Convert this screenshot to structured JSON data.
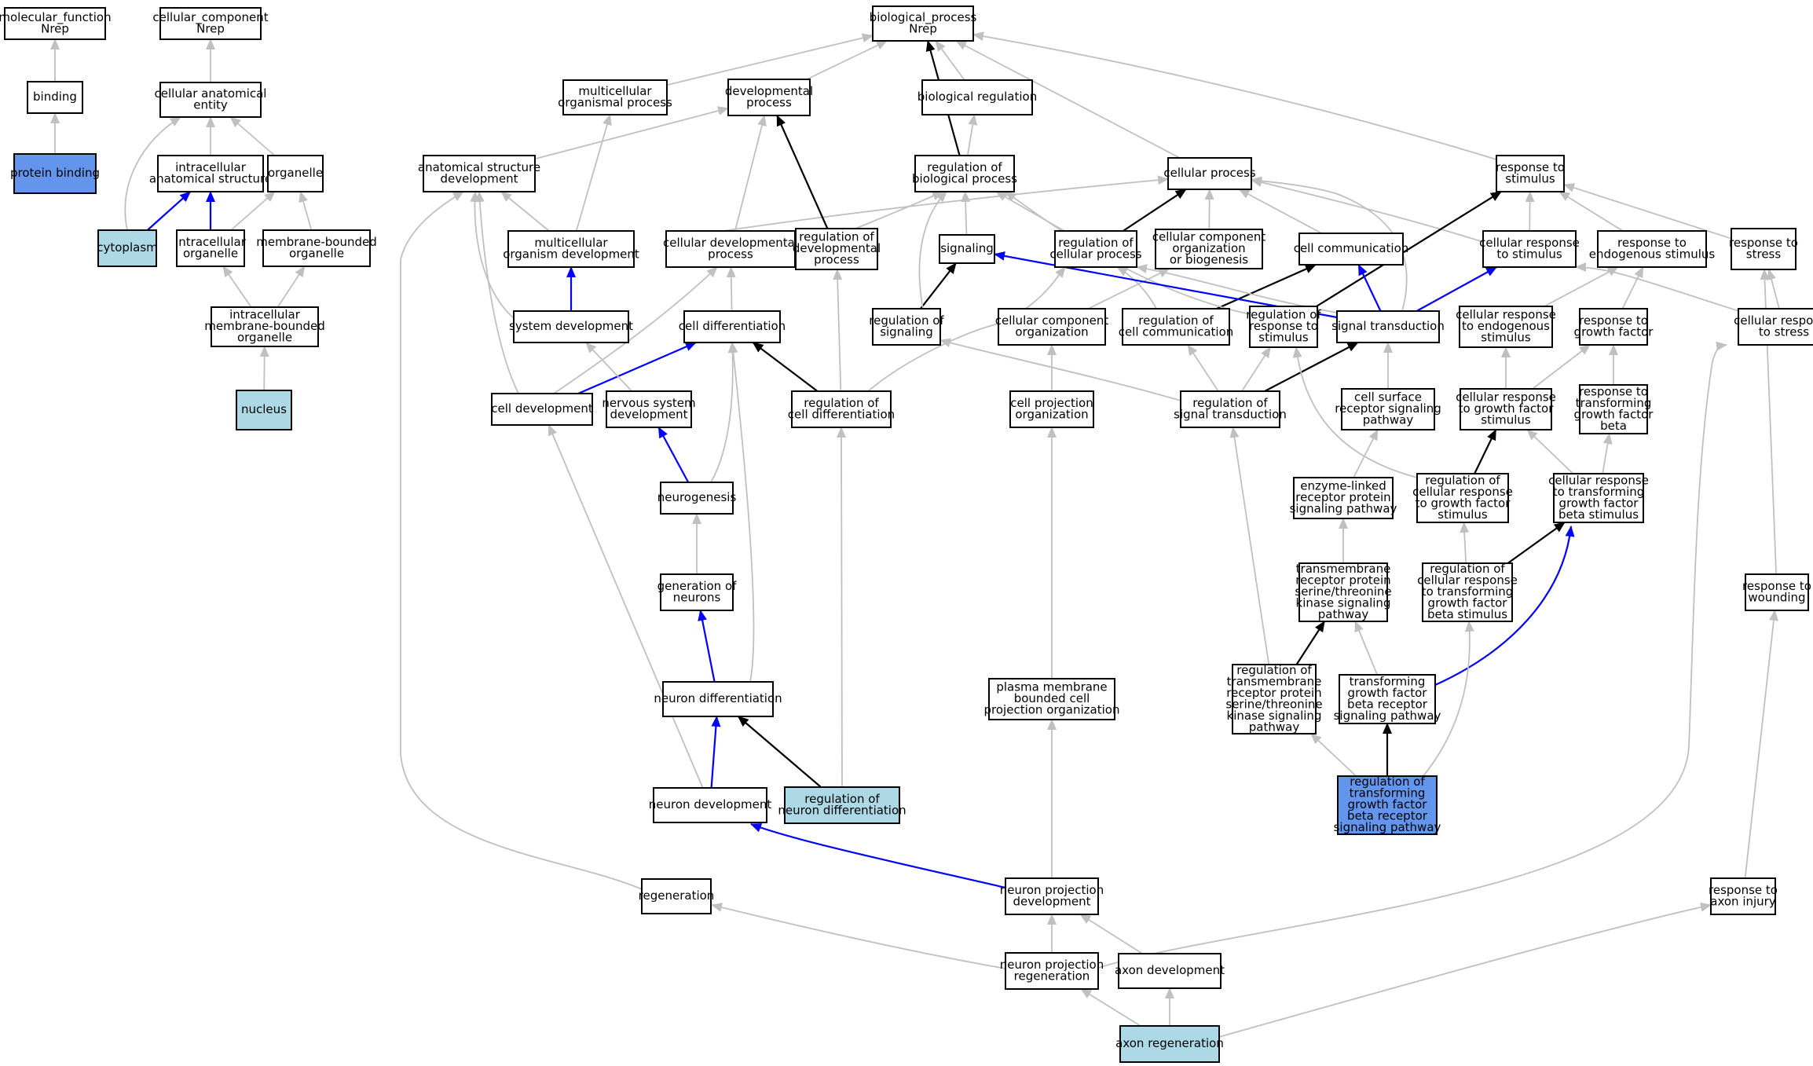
{
  "colors": {
    "default_fill": "#ffffff",
    "light_blue": "#add8e6",
    "corn_blue": "#6495ed",
    "edge_gray": "#c0c0c0",
    "edge_black": "#000000",
    "edge_blue": "#0000ff"
  },
  "nodes": [
    {
      "id": "mf",
      "lines": [
        "molecular_function",
        "Nrep"
      ],
      "fill": "default_fill"
    },
    {
      "id": "binding",
      "lines": [
        "binding"
      ],
      "fill": "default_fill"
    },
    {
      "id": "protein_binding",
      "lines": [
        "protein binding"
      ],
      "fill": "corn_blue"
    },
    {
      "id": "cc",
      "lines": [
        "cellular_component",
        "Nrep"
      ],
      "fill": "default_fill"
    },
    {
      "id": "cae",
      "lines": [
        "cellular anatomical",
        "entity"
      ],
      "fill": "default_fill"
    },
    {
      "id": "ias",
      "lines": [
        "intracellular",
        "anatomical structure"
      ],
      "fill": "default_fill"
    },
    {
      "id": "organelle",
      "lines": [
        "organelle"
      ],
      "fill": "default_fill"
    },
    {
      "id": "cytoplasm",
      "lines": [
        "cytoplasm"
      ],
      "fill": "light_blue"
    },
    {
      "id": "io",
      "lines": [
        "intracellular",
        "organelle"
      ],
      "fill": "default_fill"
    },
    {
      "id": "mbo",
      "lines": [
        "membrane-bounded",
        "organelle"
      ],
      "fill": "default_fill"
    },
    {
      "id": "imbo",
      "lines": [
        "intracellular",
        "membrane-bounded",
        "organelle"
      ],
      "fill": "default_fill"
    },
    {
      "id": "nucleus",
      "lines": [
        "nucleus"
      ],
      "fill": "light_blue"
    },
    {
      "id": "bp",
      "lines": [
        "biological_process",
        "Nrep"
      ],
      "fill": "default_fill"
    },
    {
      "id": "mop",
      "lines": [
        "multicellular",
        "organismal process"
      ],
      "fill": "default_fill"
    },
    {
      "id": "devp",
      "lines": [
        "developmental",
        "process"
      ],
      "fill": "default_fill"
    },
    {
      "id": "breg",
      "lines": [
        "biological regulation"
      ],
      "fill": "default_fill"
    },
    {
      "id": "asd",
      "lines": [
        "anatomical structure",
        "development"
      ],
      "fill": "default_fill"
    },
    {
      "id": "rbp",
      "lines": [
        "regulation of",
        "biological process"
      ],
      "fill": "default_fill"
    },
    {
      "id": "cellp",
      "lines": [
        "cellular process"
      ],
      "fill": "default_fill"
    },
    {
      "id": "rts",
      "lines": [
        "response to",
        "stimulus"
      ],
      "fill": "default_fill"
    },
    {
      "id": "mod",
      "lines": [
        "multicellular",
        "organism development"
      ],
      "fill": "default_fill"
    },
    {
      "id": "cdp",
      "lines": [
        "cellular developmental",
        "process"
      ],
      "fill": "default_fill"
    },
    {
      "id": "rdp",
      "lines": [
        "regulation of",
        "developmental",
        "process"
      ],
      "fill": "default_fill"
    },
    {
      "id": "signaling",
      "lines": [
        "signaling"
      ],
      "fill": "default_fill"
    },
    {
      "id": "rcp",
      "lines": [
        "regulation of",
        "cellular process"
      ],
      "fill": "default_fill"
    },
    {
      "id": "ccob",
      "lines": [
        "cellular component",
        "organization",
        "or biogenesis"
      ],
      "fill": "default_fill"
    },
    {
      "id": "cellcomm",
      "lines": [
        "cell communication"
      ],
      "fill": "default_fill"
    },
    {
      "id": "crs",
      "lines": [
        "cellular response",
        "to stimulus"
      ],
      "fill": "default_fill"
    },
    {
      "id": "res",
      "lines": [
        "response to",
        "endogenous stimulus"
      ],
      "fill": "default_fill"
    },
    {
      "id": "rtstress",
      "lines": [
        "response to",
        "stress"
      ],
      "fill": "default_fill"
    },
    {
      "id": "sysdev",
      "lines": [
        "system development"
      ],
      "fill": "default_fill"
    },
    {
      "id": "celldiff",
      "lines": [
        "cell differentiation"
      ],
      "fill": "default_fill"
    },
    {
      "id": "rsig",
      "lines": [
        "regulation of",
        "signaling"
      ],
      "fill": "default_fill"
    },
    {
      "id": "cco",
      "lines": [
        "cellular component",
        "organization"
      ],
      "fill": "default_fill"
    },
    {
      "id": "rcc",
      "lines": [
        "regulation of",
        "cell communication"
      ],
      "fill": "default_fill"
    },
    {
      "id": "rrs",
      "lines": [
        "regulation of",
        "response to",
        "stimulus"
      ],
      "fill": "default_fill"
    },
    {
      "id": "sigtrans",
      "lines": [
        "signal transduction"
      ],
      "fill": "default_fill"
    },
    {
      "id": "cres",
      "lines": [
        "cellular response",
        "to endogenous",
        "stimulus"
      ],
      "fill": "default_fill"
    },
    {
      "id": "rgf",
      "lines": [
        "response to",
        "growth factor"
      ],
      "fill": "default_fill"
    },
    {
      "id": "crstress",
      "lines": [
        "cellular response",
        "to stress"
      ],
      "fill": "default_fill"
    },
    {
      "id": "celldev",
      "lines": [
        "cell development"
      ],
      "fill": "default_fill"
    },
    {
      "id": "nsd",
      "lines": [
        "nervous system",
        "development"
      ],
      "fill": "default_fill"
    },
    {
      "id": "rcd",
      "lines": [
        "regulation of",
        "cell differentiation"
      ],
      "fill": "default_fill"
    },
    {
      "id": "cpo",
      "lines": [
        "cell projection",
        "organization"
      ],
      "fill": "default_fill"
    },
    {
      "id": "rst",
      "lines": [
        "regulation of",
        "signal transduction"
      ],
      "fill": "default_fill"
    },
    {
      "id": "csrsp",
      "lines": [
        "cell surface",
        "receptor signaling",
        "pathway"
      ],
      "fill": "default_fill"
    },
    {
      "id": "crgfs",
      "lines": [
        "cellular response",
        "to growth factor",
        "stimulus"
      ],
      "fill": "default_fill"
    },
    {
      "id": "rtgfb",
      "lines": [
        "response to",
        "transforming",
        "growth factor",
        "beta"
      ],
      "fill": "default_fill"
    },
    {
      "id": "neurogenesis",
      "lines": [
        "neurogenesis"
      ],
      "fill": "default_fill"
    },
    {
      "id": "elrpsp",
      "lines": [
        "enzyme-linked",
        "receptor protein",
        "signaling pathway"
      ],
      "fill": "default_fill"
    },
    {
      "id": "rcrgfs",
      "lines": [
        "regulation of",
        "cellular response",
        "to growth factor",
        "stimulus"
      ],
      "fill": "default_fill"
    },
    {
      "id": "crtgfbs",
      "lines": [
        "cellular response",
        "to transforming",
        "growth factor",
        "beta stimulus"
      ],
      "fill": "default_fill"
    },
    {
      "id": "genneur",
      "lines": [
        "generation of",
        "neurons"
      ],
      "fill": "default_fill"
    },
    {
      "id": "tmrpst",
      "lines": [
        "transmembrane",
        "receptor protein",
        "serine/threonine",
        "kinase signaling",
        "pathway"
      ],
      "fill": "default_fill"
    },
    {
      "id": "rcrtgfbs",
      "lines": [
        "regulation of",
        "cellular response",
        "to transforming",
        "growth factor",
        "beta stimulus"
      ],
      "fill": "default_fill"
    },
    {
      "id": "rtw",
      "lines": [
        "response to",
        "wounding"
      ],
      "fill": "default_fill"
    },
    {
      "id": "pmbcpo",
      "lines": [
        "plasma membrane",
        "bounded cell",
        "projection organization"
      ],
      "fill": "default_fill"
    },
    {
      "id": "rtmrpst",
      "lines": [
        "regulation of",
        "transmembrane",
        "receptor protein",
        "serine/threonine",
        "kinase signaling",
        "pathway"
      ],
      "fill": "default_fill"
    },
    {
      "id": "tgfbrsp",
      "lines": [
        "transforming",
        "growth factor",
        "beta receptor",
        "signaling pathway"
      ],
      "fill": "default_fill"
    },
    {
      "id": "neurdiff",
      "lines": [
        "neuron differentiation"
      ],
      "fill": "default_fill"
    },
    {
      "id": "rtgfbrsp",
      "lines": [
        "regulation of",
        "transforming",
        "growth factor",
        "beta receptor",
        "signaling pathway"
      ],
      "fill": "corn_blue"
    },
    {
      "id": "neurdev",
      "lines": [
        "neuron development"
      ],
      "fill": "default_fill"
    },
    {
      "id": "rnd",
      "lines": [
        "regulation of",
        "neuron differentiation"
      ],
      "fill": "light_blue"
    },
    {
      "id": "regen",
      "lines": [
        "regeneration"
      ],
      "fill": "default_fill"
    },
    {
      "id": "npd",
      "lines": [
        "neuron projection",
        "development"
      ],
      "fill": "default_fill"
    },
    {
      "id": "rtai",
      "lines": [
        "response to",
        "axon injury"
      ],
      "fill": "default_fill"
    },
    {
      "id": "npr",
      "lines": [
        "neuron projection",
        "regeneration"
      ],
      "fill": "default_fill"
    },
    {
      "id": "axdev",
      "lines": [
        "axon development"
      ],
      "fill": "default_fill"
    },
    {
      "id": "axregen",
      "lines": [
        "axon regeneration"
      ],
      "fill": "light_blue"
    }
  ],
  "edges": [
    {
      "from": "binding",
      "to": "mf",
      "color": "edge_gray"
    },
    {
      "from": "protein_binding",
      "to": "binding",
      "color": "edge_gray"
    },
    {
      "from": "cae",
      "to": "cc",
      "color": "edge_gray"
    },
    {
      "from": "ias",
      "to": "cae",
      "color": "edge_gray"
    },
    {
      "from": "organelle",
      "to": "cae",
      "color": "edge_gray"
    },
    {
      "from": "cytoplasm",
      "to": "cae",
      "color": "edge_gray"
    },
    {
      "from": "cytoplasm",
      "to": "ias",
      "color": "edge_blue"
    },
    {
      "from": "io",
      "to": "ias",
      "color": "edge_blue"
    },
    {
      "from": "io",
      "to": "organelle",
      "color": "edge_gray"
    },
    {
      "from": "mbo",
      "to": "organelle",
      "color": "edge_gray"
    },
    {
      "from": "imbo",
      "to": "io",
      "color": "edge_gray"
    },
    {
      "from": "imbo",
      "to": "mbo",
      "color": "edge_gray"
    },
    {
      "from": "nucleus",
      "to": "imbo",
      "color": "edge_gray"
    },
    {
      "from": "mop",
      "to": "bp",
      "color": "edge_gray"
    },
    {
      "from": "devp",
      "to": "bp",
      "color": "edge_gray"
    },
    {
      "from": "breg",
      "to": "bp",
      "color": "edge_gray"
    },
    {
      "from": "rbp",
      "to": "bp",
      "color": "edge_black"
    },
    {
      "from": "cellp",
      "to": "bp",
      "color": "edge_gray"
    },
    {
      "from": "rts",
      "to": "bp",
      "color": "edge_gray"
    },
    {
      "from": "asd",
      "to": "devp",
      "color": "edge_gray"
    },
    {
      "from": "rbp",
      "to": "breg",
      "color": "edge_gray"
    },
    {
      "from": "mod",
      "to": "asd",
      "color": "edge_gray"
    },
    {
      "from": "mod",
      "to": "mop",
      "color": "edge_gray"
    },
    {
      "from": "cdp",
      "to": "devp",
      "color": "edge_gray"
    },
    {
      "from": "cdp",
      "to": "cellp",
      "color": "edge_gray"
    },
    {
      "from": "rdp",
      "to": "devp",
      "color": "edge_black"
    },
    {
      "from": "rdp",
      "to": "rbp",
      "color": "edge_gray"
    },
    {
      "from": "signaling",
      "to": "rbp",
      "color": "edge_gray"
    },
    {
      "from": "rcp",
      "to": "rbp",
      "color": "edge_gray"
    },
    {
      "from": "rcp",
      "to": "cellp",
      "color": "edge_black"
    },
    {
      "from": "ccob",
      "to": "cellp",
      "color": "edge_gray"
    },
    {
      "from": "cellcomm",
      "to": "cellp",
      "color": "edge_gray"
    },
    {
      "from": "crs",
      "to": "cellp",
      "color": "edge_gray"
    },
    {
      "from": "crs",
      "to": "rts",
      "color": "edge_gray"
    },
    {
      "from": "res",
      "to": "rts",
      "color": "edge_gray"
    },
    {
      "from": "rtstress",
      "to": "rts",
      "color": "edge_gray"
    },
    {
      "from": "sysdev",
      "to": "asd",
      "color": "edge_gray"
    },
    {
      "from": "sysdev",
      "to": "mod",
      "color": "edge_blue"
    },
    {
      "from": "celldiff",
      "to": "cdp",
      "color": "edge_gray"
    },
    {
      "from": "rsig",
      "to": "signaling",
      "color": "edge_black"
    },
    {
      "from": "rsig",
      "to": "rbp",
      "color": "edge_gray"
    },
    {
      "from": "cco",
      "to": "ccob",
      "color": "edge_gray"
    },
    {
      "from": "rcc",
      "to": "cellcomm",
      "color": "edge_black"
    },
    {
      "from": "rcc",
      "to": "rcp",
      "color": "edge_gray"
    },
    {
      "from": "rrs",
      "to": "rts",
      "color": "edge_black"
    },
    {
      "from": "rrs",
      "to": "rbp",
      "color": "edge_gray"
    },
    {
      "from": "sigtrans",
      "to": "signaling",
      "color": "edge_blue"
    },
    {
      "from": "sigtrans",
      "to": "cellcomm",
      "color": "edge_blue"
    },
    {
      "from": "sigtrans",
      "to": "crs",
      "color": "edge_blue"
    },
    {
      "from": "sigtrans",
      "to": "cellp",
      "color": "edge_gray"
    },
    {
      "from": "sigtrans",
      "to": "rcp",
      "color": "edge_gray"
    },
    {
      "from": "cres",
      "to": "res",
      "color": "edge_gray"
    },
    {
      "from": "rgf",
      "to": "res",
      "color": "edge_gray"
    },
    {
      "from": "crstress",
      "to": "rtstress",
      "color": "edge_gray"
    },
    {
      "from": "crstress",
      "to": "crs",
      "color": "edge_gray"
    },
    {
      "from": "celldev",
      "to": "asd",
      "color": "edge_gray"
    },
    {
      "from": "celldev",
      "to": "cdp",
      "color": "edge_gray"
    },
    {
      "from": "celldev",
      "to": "celldiff",
      "color": "edge_blue"
    },
    {
      "from": "nsd",
      "to": "sysdev",
      "color": "edge_gray"
    },
    {
      "from": "rcd",
      "to": "celldiff",
      "color": "edge_black"
    },
    {
      "from": "rcd",
      "to": "rdp",
      "color": "edge_gray"
    },
    {
      "from": "rcd",
      "to": "rcp",
      "color": "edge_gray"
    },
    {
      "from": "cpo",
      "to": "cco",
      "color": "edge_gray"
    },
    {
      "from": "rst",
      "to": "sigtrans",
      "color": "edge_black"
    },
    {
      "from": "rst",
      "to": "rsig",
      "color": "edge_gray"
    },
    {
      "from": "rst",
      "to": "rcc",
      "color": "edge_gray"
    },
    {
      "from": "rst",
      "to": "rrs",
      "color": "edge_gray"
    },
    {
      "from": "csrsp",
      "to": "sigtrans",
      "color": "edge_gray"
    },
    {
      "from": "crgfs",
      "to": "cres",
      "color": "edge_gray"
    },
    {
      "from": "crgfs",
      "to": "rgf",
      "color": "edge_gray"
    },
    {
      "from": "rtgfb",
      "to": "rgf",
      "color": "edge_gray"
    },
    {
      "from": "neurogenesis",
      "to": "nsd",
      "color": "edge_blue"
    },
    {
      "from": "neurogenesis",
      "to": "celldiff",
      "color": "edge_gray"
    },
    {
      "from": "elrpsp",
      "to": "csrsp",
      "color": "edge_gray"
    },
    {
      "from": "rcrgfs",
      "to": "crgfs",
      "color": "edge_black"
    },
    {
      "from": "rcrgfs",
      "to": "rrs",
      "color": "edge_gray"
    },
    {
      "from": "crtgfbs",
      "to": "crgfs",
      "color": "edge_gray"
    },
    {
      "from": "crtgfbs",
      "to": "rtgfb",
      "color": "edge_gray"
    },
    {
      "from": "genneur",
      "to": "neurogenesis",
      "color": "edge_gray"
    },
    {
      "from": "tmrpst",
      "to": "elrpsp",
      "color": "edge_gray"
    },
    {
      "from": "rcrtgfbs",
      "to": "crtgfbs",
      "color": "edge_black"
    },
    {
      "from": "rcrtgfbs",
      "to": "rcrgfs",
      "color": "edge_gray"
    },
    {
      "from": "rtw",
      "to": "rtstress",
      "color": "edge_gray"
    },
    {
      "from": "pmbcpo",
      "to": "cpo",
      "color": "edge_gray"
    },
    {
      "from": "rtmrpst",
      "to": "tmrpst",
      "color": "edge_black"
    },
    {
      "from": "rtmrpst",
      "to": "rst",
      "color": "edge_gray"
    },
    {
      "from": "tgfbrsp",
      "to": "tmrpst",
      "color": "edge_gray"
    },
    {
      "from": "tgfbrsp",
      "to": "crtgfbs",
      "color": "edge_blue"
    },
    {
      "from": "neurdiff",
      "to": "genneur",
      "color": "edge_blue"
    },
    {
      "from": "neurdiff",
      "to": "celldiff",
      "color": "edge_gray"
    },
    {
      "from": "rtgfbrsp",
      "to": "tgfbrsp",
      "color": "edge_black"
    },
    {
      "from": "rtgfbrsp",
      "to": "rtmrpst",
      "color": "edge_gray"
    },
    {
      "from": "rtgfbrsp",
      "to": "rcrtgfbs",
      "color": "edge_gray"
    },
    {
      "from": "neurdev",
      "to": "neurdiff",
      "color": "edge_blue"
    },
    {
      "from": "neurdev",
      "to": "celldev",
      "color": "edge_gray"
    },
    {
      "from": "rnd",
      "to": "neurdiff",
      "color": "edge_black"
    },
    {
      "from": "rnd",
      "to": "rcd",
      "color": "edge_gray"
    },
    {
      "from": "regen",
      "to": "asd",
      "color": "edge_gray"
    },
    {
      "from": "npd",
      "to": "neurdev",
      "color": "edge_blue"
    },
    {
      "from": "npd",
      "to": "pmbcpo",
      "color": "edge_gray"
    },
    {
      "from": "rtai",
      "to": "rtw",
      "color": "edge_gray"
    },
    {
      "from": "npr",
      "to": "regen",
      "color": "edge_gray"
    },
    {
      "from": "npr",
      "to": "npd",
      "color": "edge_gray"
    },
    {
      "from": "npr",
      "to": "crstress",
      "color": "edge_gray"
    },
    {
      "from": "axdev",
      "to": "npd",
      "color": "edge_gray"
    },
    {
      "from": "axregen",
      "to": "npr",
      "color": "edge_gray"
    },
    {
      "from": "axregen",
      "to": "axdev",
      "color": "edge_gray"
    },
    {
      "from": "axregen",
      "to": "rtai",
      "color": "edge_gray"
    }
  ]
}
